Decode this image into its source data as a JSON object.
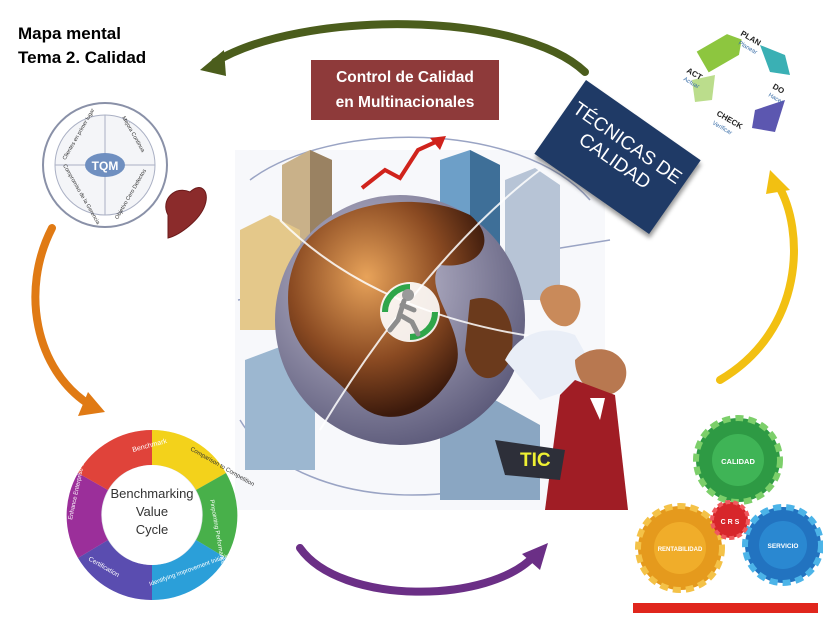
{
  "title": {
    "line1": "Mapa mental",
    "line2": "Tema 2. Calidad"
  },
  "center": {
    "line1": "Control de Calidad",
    "line2": "en Multinacionales",
    "tic_label": "TIC"
  },
  "tecnicas": {
    "line1": "TÉCNICAS DE",
    "line2": "CALIDAD"
  },
  "tqm": {
    "center": "TQM",
    "segments": [
      "Clientes en primer lugar",
      "Mejora Continua",
      "Objetivo Cero Defectos",
      "Compromiso de la Gerencia"
    ]
  },
  "pdca": {
    "steps": [
      {
        "label": "PLAN",
        "sub": "Planear"
      },
      {
        "label": "DO",
        "sub": "Hacer"
      },
      {
        "label": "CHECK",
        "sub": "Verificar"
      },
      {
        "label": "ACT",
        "sub": "Actuar"
      }
    ]
  },
  "benchmark": {
    "center_line1": "Benchmarking",
    "center_line2": "Value",
    "center_line3": "Cycle",
    "segments": [
      "Benchmark",
      "Comparison to Competition",
      "Pinpointing Performance Gaps",
      "Identifying Improvement Initiatives",
      "Certification",
      "Enhance Enterprise Value"
    ]
  },
  "gears": {
    "top": "CALIDAD",
    "left": "RENTABILIDAD",
    "right": "SERVICIO",
    "center": "C R S"
  },
  "colors": {
    "arrow_green": "#4b5d1c",
    "arrow_orange": "#e07a14",
    "arrow_yellow": "#f2c012",
    "arrow_purple": "#6b2f86",
    "title_box": "#8e3a3a",
    "tecnicas_box": "#1f3a66",
    "tic": "#eef033"
  }
}
